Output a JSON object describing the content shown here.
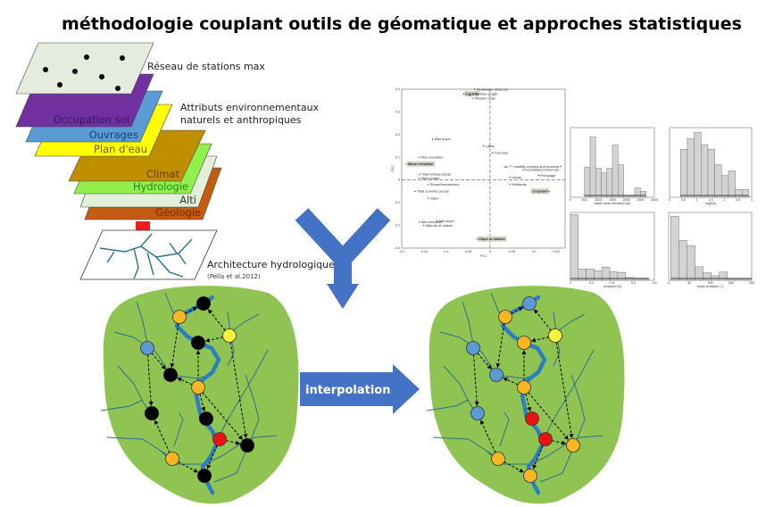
{
  "title": "méthodologie couplant outils de géomatique et approches statistiques",
  "colors": {
    "arrow_blue": "#4472c4",
    "basin_green": "#8fc453",
    "river": "#2b7fc1",
    "stream": "#2e6f8e",
    "red_arrow": "#ee1c1c",
    "node_black": "#000000",
    "node_orange": "#f8b623",
    "node_yellow": "#fff23a",
    "node_blue": "#5b9bd5",
    "node_red": "#e81313"
  },
  "layers": {
    "stations_label": "Réseau de stations max",
    "attributes_label_1": "Attributs environnementaux",
    "attributes_label_2": "naturels et anthropiques",
    "items": [
      {
        "label": "Occupation sol",
        "fill": "#7030a0",
        "text": "#3a1460"
      },
      {
        "label": "Ouvrages",
        "fill": "#5b9bd5",
        "text": "#1f3f77"
      },
      {
        "label": "Plan d'eau",
        "fill": "#ffff00",
        "text": "#7a5a00"
      },
      {
        "label": "Climat",
        "fill": "#bf8f00",
        "text": "#6b3a00"
      },
      {
        "label": "Hydrologie",
        "fill": "#92f04d",
        "text": "#1c8a1c"
      },
      {
        "label": "Alti",
        "fill": "#e2efd9",
        "text": "#333333"
      },
      {
        "label": "Géologie",
        "fill": "#c55a11",
        "text": "#7a2a00"
      }
    ],
    "hydro_label": "Architecture hydrologique",
    "hydro_citation": "(Pella et al.2012)"
  },
  "interpolation_label": "interpolation",
  "basins": {
    "before_colors": [
      "black",
      "orange",
      "yellow",
      "black",
      "blue",
      "black",
      "orange",
      "black",
      "black",
      "red",
      "black",
      "orange",
      "black"
    ],
    "after_colors": [
      "blue",
      "orange",
      "yellow",
      "orange",
      "blue",
      "blue",
      "orange",
      "blue",
      "red",
      "red",
      "orange",
      "orange",
      "orange"
    ]
  },
  "chart_data": [
    {
      "type": "scatter",
      "xlabel": "PC1",
      "ylabel": "PC2",
      "xlim": [
        -0.2,
        0.17
      ],
      "ylim": [
        -0.3,
        0.4
      ],
      "xticks": [
        "-0.2",
        "-0.15",
        "-0.1",
        "-0.05",
        "0",
        "0.05",
        "0.1",
        "0.15"
      ],
      "yticks": [
        "0.4",
        "0.3",
        "0.2",
        "0.1",
        "0",
        "-0.1",
        "-0.2",
        "-0.3"
      ],
      "points": [
        {
          "label": "Headwater distance",
          "x": -0.035,
          "y": 0.4,
          "highlight": false
        },
        {
          "label": "log(SA)",
          "x": -0.06,
          "y": 0.38,
          "highlight": true
        },
        {
          "label": "River length",
          "x": -0.03,
          "y": 0.38,
          "highlight": false
        },
        {
          "label": "Strahler order",
          "x": -0.04,
          "y": 0.36,
          "highlight": false
        },
        {
          "label": "Max slope",
          "x": -0.13,
          "y": 0.18,
          "highlight": false
        },
        {
          "label": "Lakes",
          "x": -0.015,
          "y": 0.15,
          "highlight": false
        },
        {
          "label": "Forested",
          "x": 0.005,
          "y": 0.12,
          "highlight": false
        },
        {
          "label": "Max elevation",
          "x": -0.16,
          "y": 0.1,
          "highlight": false
        },
        {
          "label": "Mean elevation",
          "x": -0.19,
          "y": 0.07,
          "highlight": true
        },
        {
          "label": "Total annual precip",
          "x": -0.16,
          "y": 0.025,
          "highlight": false
        },
        {
          "label": "Mean slope",
          "x": -0.16,
          "y": 0.008,
          "highlight": false
        },
        {
          "label": "Shrub/herbaceous",
          "x": -0.14,
          "y": -0.02,
          "highlight": false
        },
        {
          "label": "Total summer precip",
          "x": -0.17,
          "y": -0.05,
          "highlight": false
        },
        {
          "label": "Open",
          "x": -0.14,
          "y": -0.08,
          "highlight": false
        },
        {
          "label": "Industrial/commercial",
          "x": 0.075,
          "y": 0.045,
          "highlight": false
        },
        {
          "label": "Urban",
          "x": 0.045,
          "y": 0.012,
          "highlight": false
        },
        {
          "label": "Pompage",
          "x": 0.11,
          "y": 0.02,
          "highlight": false
        },
        {
          "label": "Av T° modifity minima and maxima",
          "x": 0.16,
          "y": 0.06,
          "highlight": false
        },
        {
          "label": "Wetlands",
          "x": 0.045,
          "y": -0.02,
          "highlight": false
        },
        {
          "label": "Cropland",
          "x": 0.135,
          "y": -0.05,
          "highlight": true
        },
        {
          "label": "Min elevation",
          "x": -0.16,
          "y": -0.185,
          "highlight": false
        },
        {
          "label": "Min slope",
          "x": -0.12,
          "y": -0.18,
          "highlight": false
        },
        {
          "label": "Altitude at station",
          "x": -0.15,
          "y": -0.2,
          "highlight": false
        },
        {
          "label": "Slope at station",
          "x": -0.03,
          "y": -0.26,
          "highlight": true
        }
      ]
    },
    {
      "type": "bar",
      "xlabel": "basin mean elevation (m)",
      "xlim": [
        0,
        3000
      ],
      "ylim": [
        0,
        60
      ],
      "xticks": [
        "0",
        "500",
        "1000",
        "1500",
        "2000",
        "2500",
        "3000"
      ],
      "bin_start": 500,
      "bin_width": 200,
      "values": [
        26,
        52,
        25,
        21,
        25,
        45,
        28,
        1,
        1,
        8,
        5
      ]
    },
    {
      "type": "bar",
      "xlabel": "log(SA)",
      "xlim": [
        0,
        3
      ],
      "ylim": [
        0,
        45
      ],
      "xticks": [
        "0",
        "0.5",
        "1",
        "1.5",
        "2",
        "2.5",
        "3"
      ],
      "bin_start": 0.4,
      "bin_width": 0.25,
      "values": [
        31,
        38,
        42,
        34,
        31,
        21,
        14,
        17,
        5,
        5
      ]
    },
    {
      "type": "bar",
      "xlabel": "cropland (%)",
      "xlim": [
        0,
        0.8
      ],
      "ylim": [
        0,
        120
      ],
      "xticks": [
        "0",
        "0.2",
        "0.4",
        "0.6",
        "0.8"
      ],
      "bin_start": 0,
      "bin_width": 0.075,
      "values": [
        116,
        20,
        20,
        17,
        23,
        15,
        14,
        5,
        3,
        3
      ]
    },
    {
      "type": "bar",
      "xlabel": "slope at station (°)",
      "xlim": [
        0,
        200
      ],
      "ylim": [
        0,
        90
      ],
      "xticks": [
        "0",
        "50",
        "100",
        "150",
        "200"
      ],
      "bin_start": 5,
      "bin_width": 19.5,
      "values": [
        85,
        53,
        46,
        18,
        10,
        6,
        11,
        2,
        2,
        2
      ]
    }
  ]
}
